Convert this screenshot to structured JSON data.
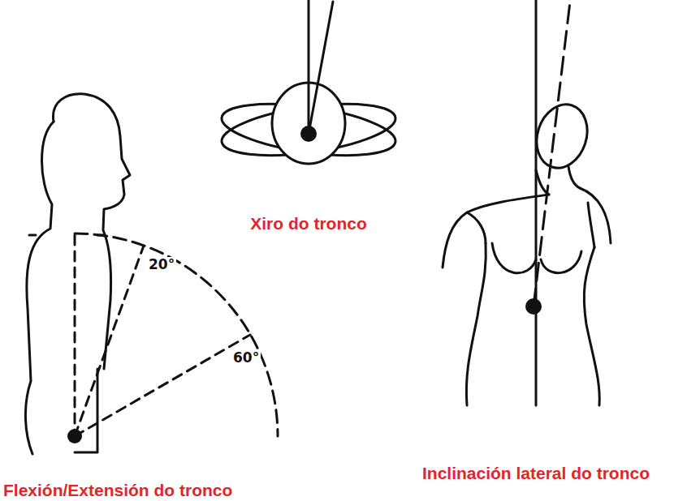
{
  "diagram": {
    "labels": [
      "Xiro do tronco",
      "20°",
      "60°",
      "Inclinación lateral do tronco",
      "Flexión/Extensión do tronco"
    ]
  }
}
